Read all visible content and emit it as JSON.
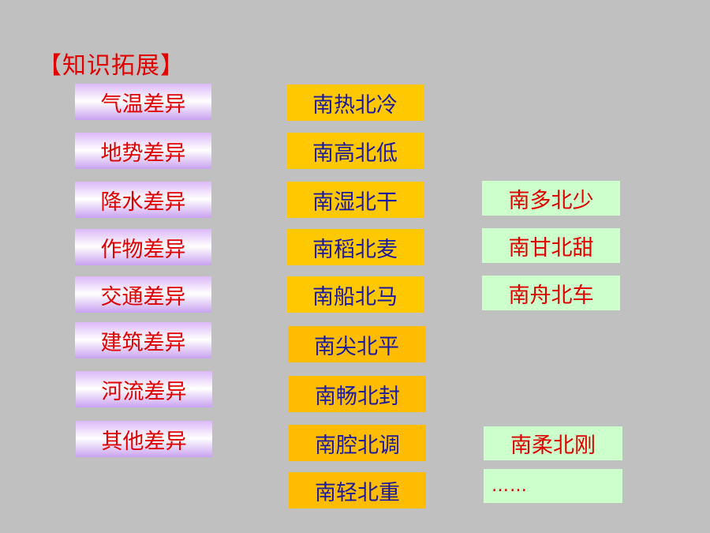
{
  "title": "【知识拓展】",
  "categories": [
    "气温差异",
    "地势差异",
    "降水差异",
    "作物差异",
    "交通差异",
    "建筑差异",
    "河流差异",
    "其他差异"
  ],
  "south_north": [
    "南热北冷",
    "南高北低",
    "南湿北干",
    "南稻北麦",
    "南船北马",
    "南尖北平",
    "南畅北封",
    "南腔北调",
    "南轻北重"
  ],
  "extras": [
    "南多北少",
    "南甘北甜",
    "南舟北车",
    "南柔北刚",
    "……"
  ]
}
